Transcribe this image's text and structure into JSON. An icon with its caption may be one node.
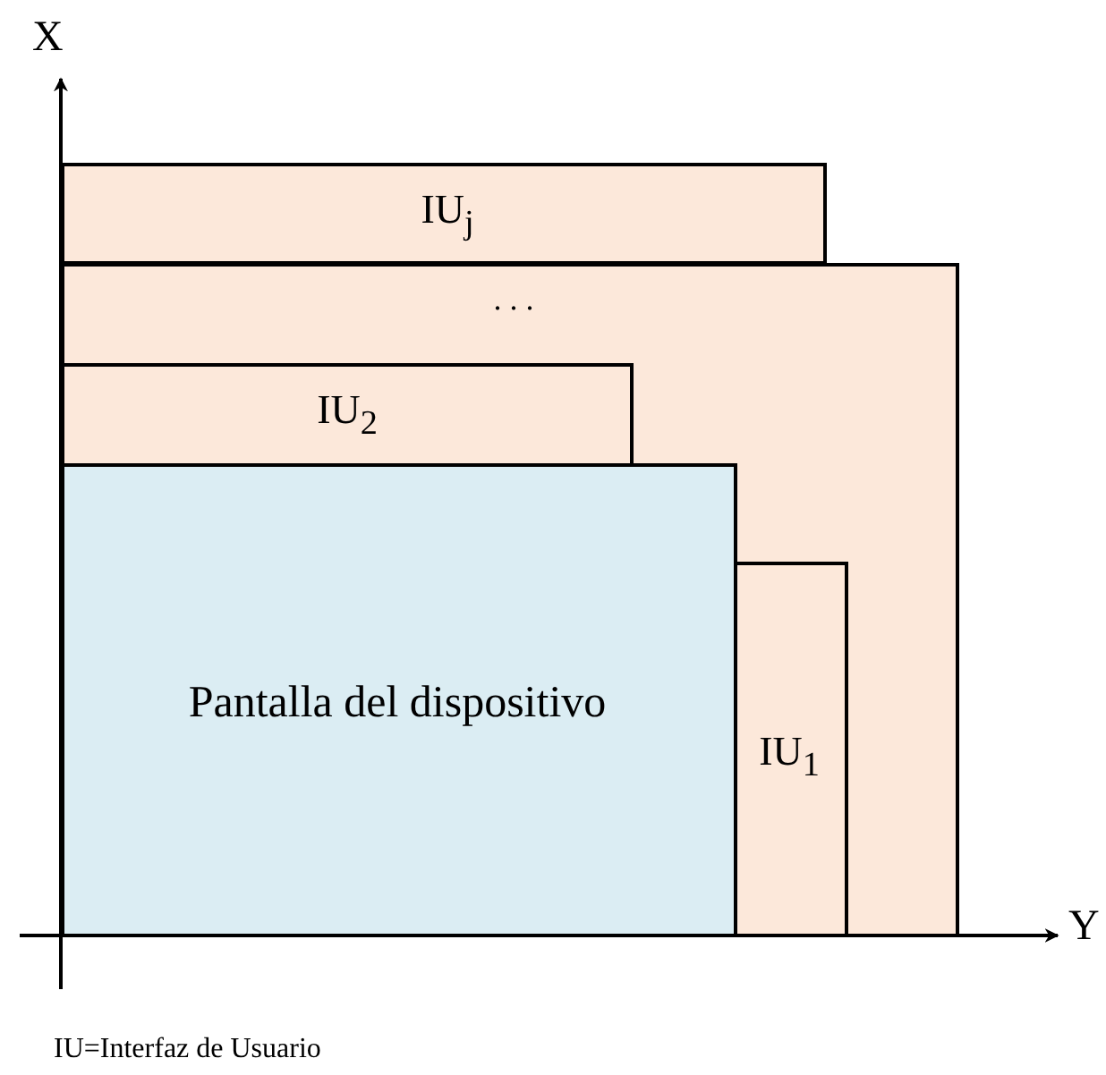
{
  "diagram": {
    "nodes": [
      {
        "text": [
          "IU$_{j}$"
        ]
      },
      {
        "text": [
          ". . ."
        ]
      },
      {
        "text": [
          "IU$_{2}$"
        ],
        "in": 1
      },
      {
        "text": [
          "Pantalla del dispositivo"
        ],
        "in": 1
      },
      {
        "text": [
          "IU$_{1}$"
        ],
        "in": 1
      }
    ],
    "edges": [],
    "labels": [
      "X",
      "Y",
      "IU=Interfaz de Usuario"
    ]
  }
}
